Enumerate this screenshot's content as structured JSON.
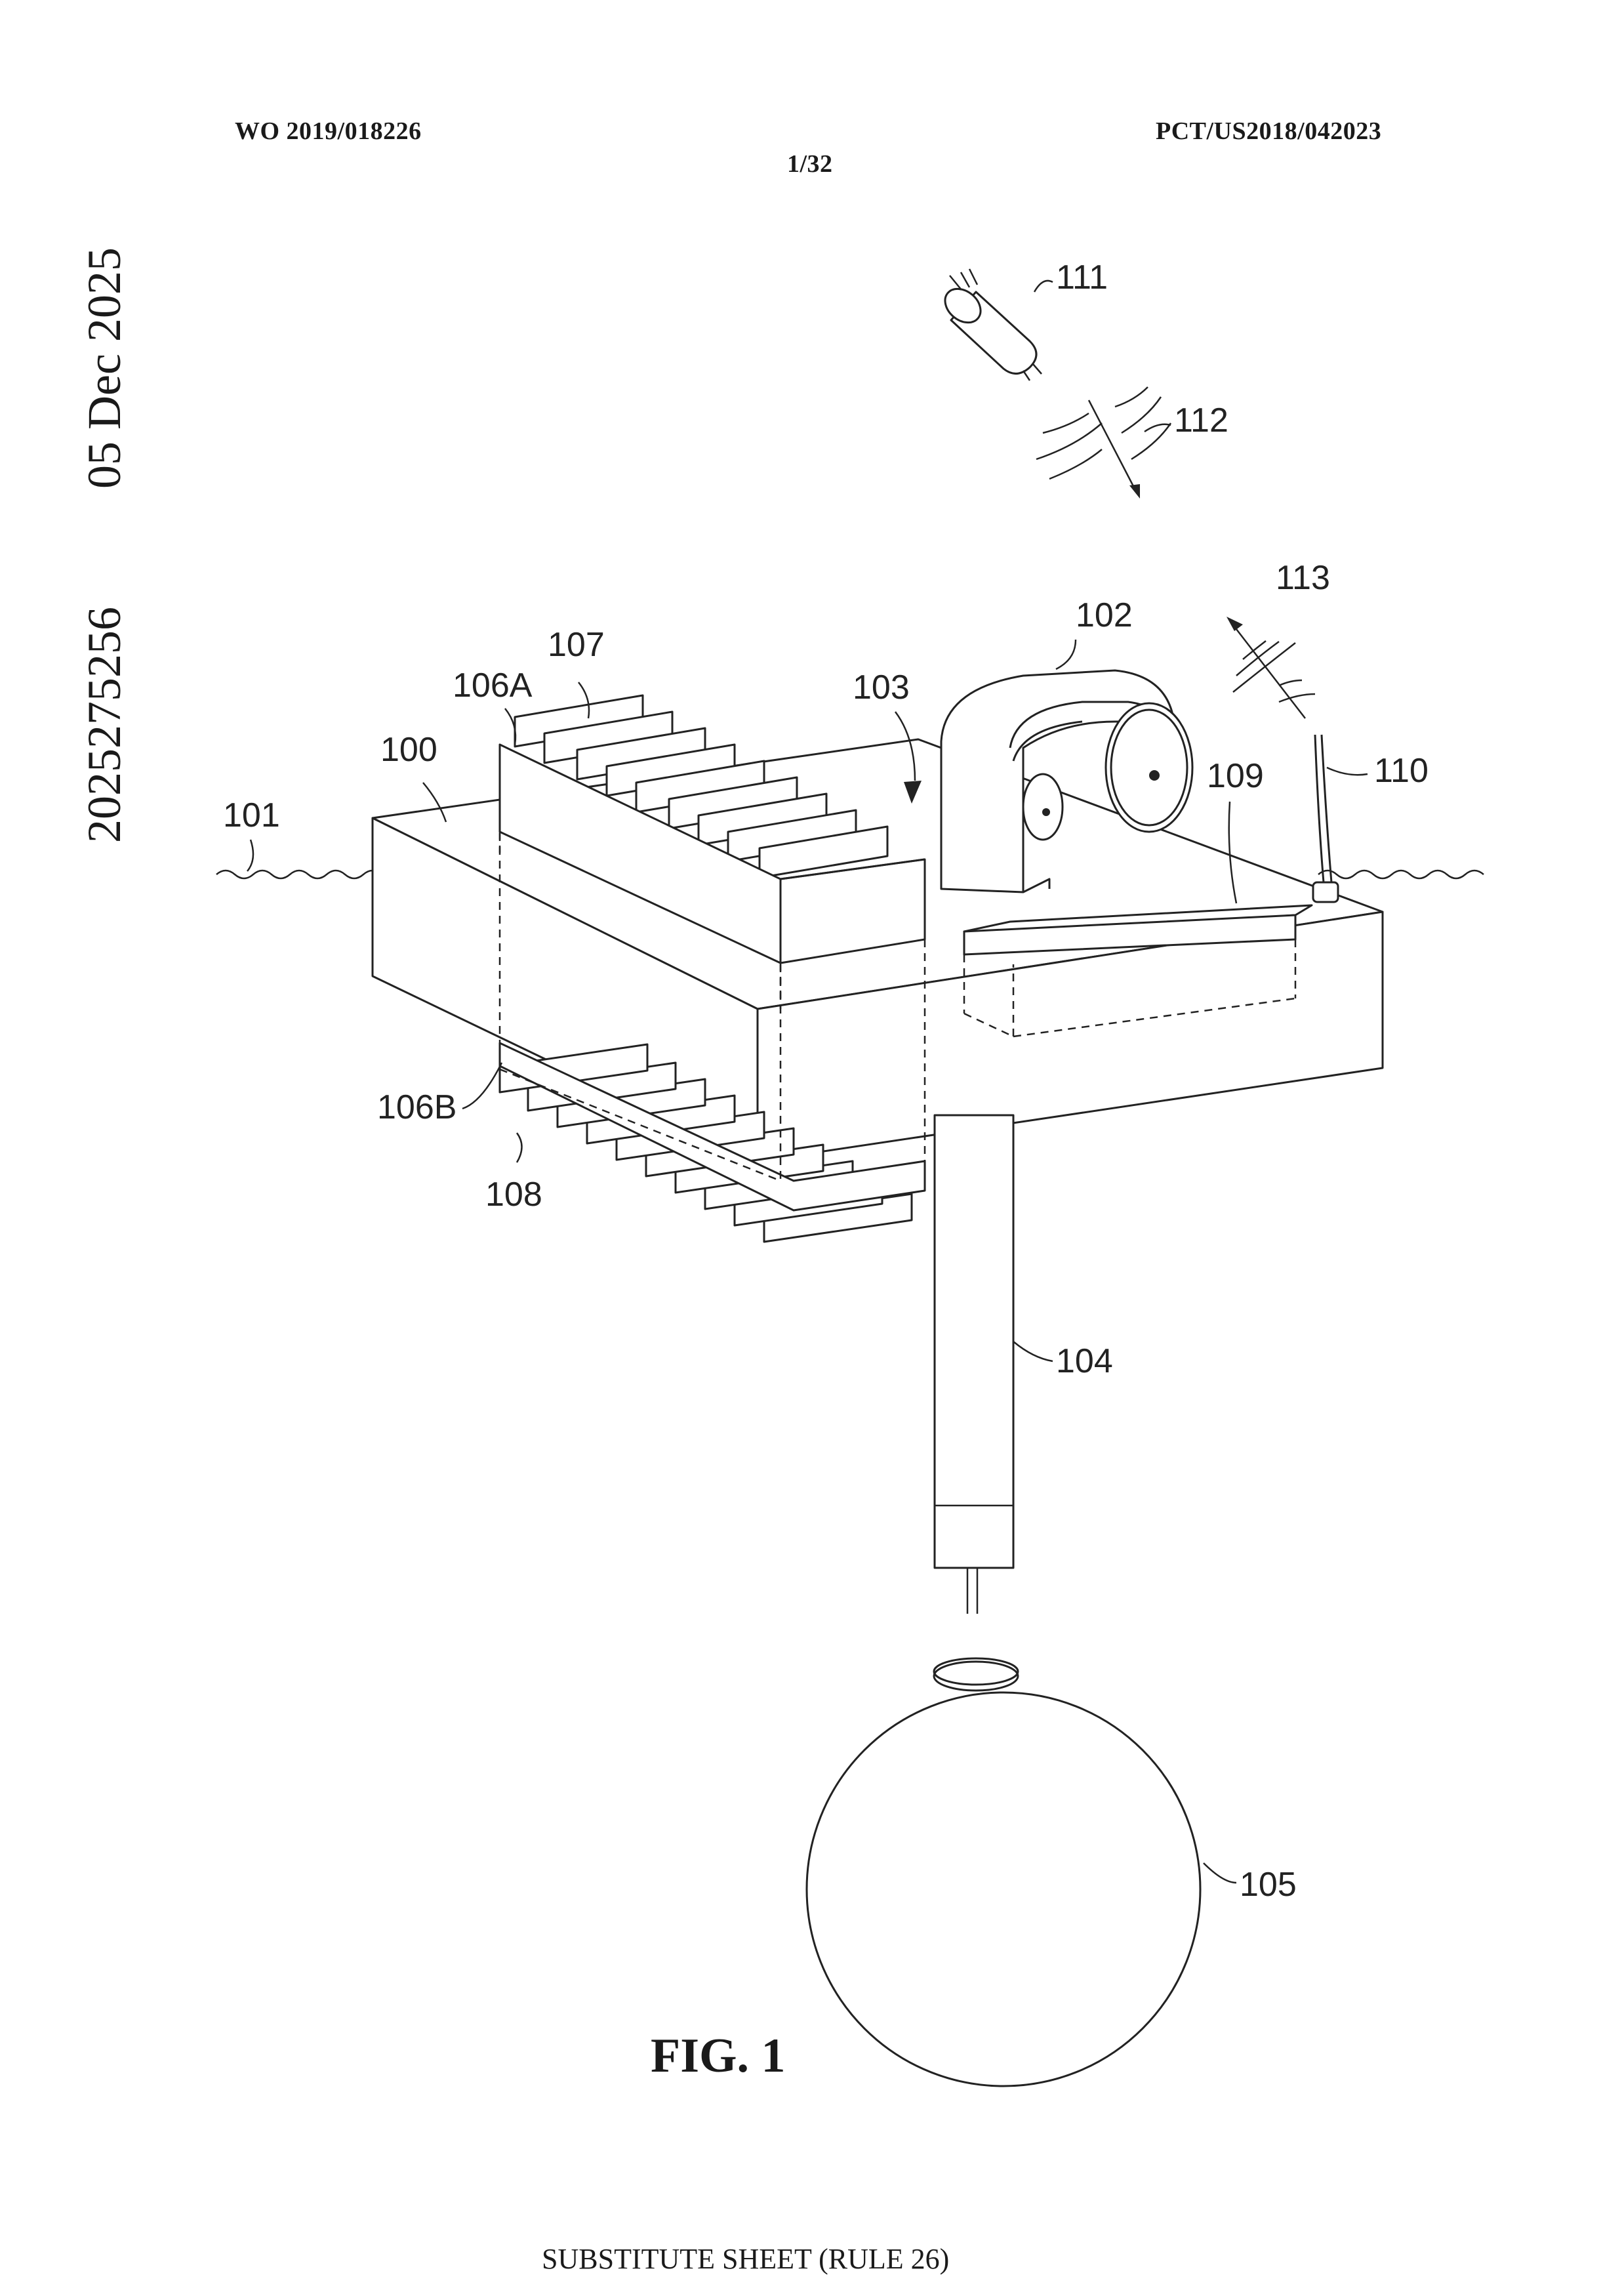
{
  "header": {
    "publication_number": "WO 2019/018226",
    "application_number": "PCT/US2018/042023",
    "sheet": "1/32"
  },
  "sidebar": {
    "date": "05 Dec 2025",
    "number": "2025275256"
  },
  "figure": {
    "label": "FIG. 1",
    "refs": {
      "r100": "100",
      "r101": "101",
      "r102": "102",
      "r103": "103",
      "r104": "104",
      "r105": "105",
      "r106A": "106A",
      "r106B": "106B",
      "r107": "107",
      "r108": "108",
      "r109": "109",
      "r110": "110",
      "r111": "111",
      "r112": "112",
      "r113": "113"
    }
  },
  "footer": {
    "text": "SUBSTITUTE SHEET (RULE 26)"
  }
}
